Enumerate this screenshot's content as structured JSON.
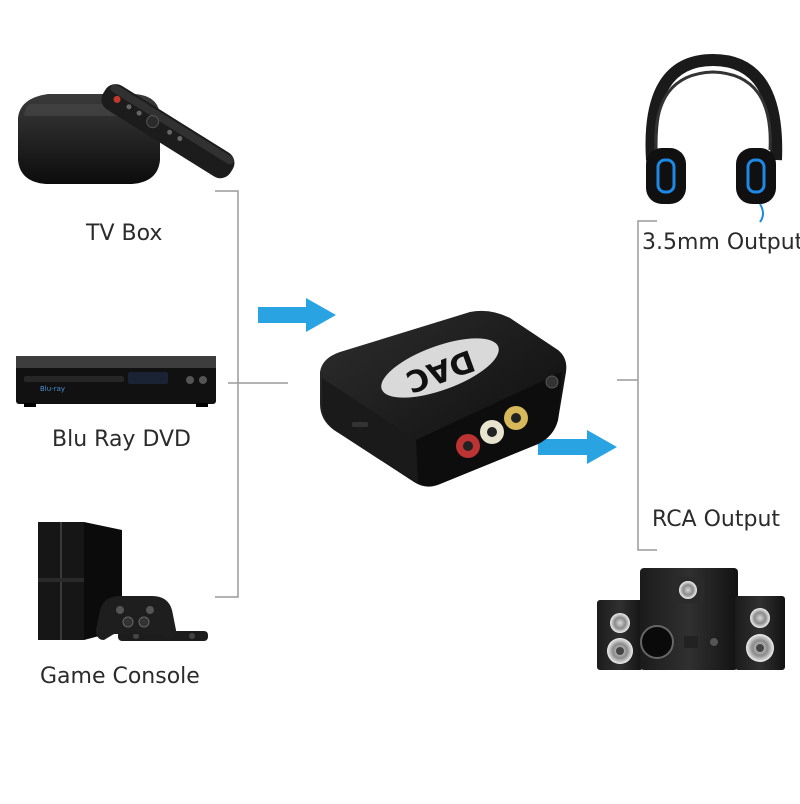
{
  "sources": [
    {
      "label": "TV Box",
      "icon": "tv-box-icon"
    },
    {
      "label": "Blu Ray DVD",
      "icon": "bluray-player-icon"
    },
    {
      "label": "Game Console",
      "icon": "game-console-icon"
    }
  ],
  "device": {
    "label": "DAC",
    "icon": "dac-converter-icon"
  },
  "outputs": [
    {
      "label": "3.5mm Output",
      "icon": "headphones-icon"
    },
    {
      "label": "RCA Output",
      "icon": "speakers-icon"
    }
  ],
  "colors": {
    "arrow": "#2aa3e3",
    "connector": "#9a9a9a",
    "device_body": "#151515",
    "text": "#2b2b2b"
  }
}
